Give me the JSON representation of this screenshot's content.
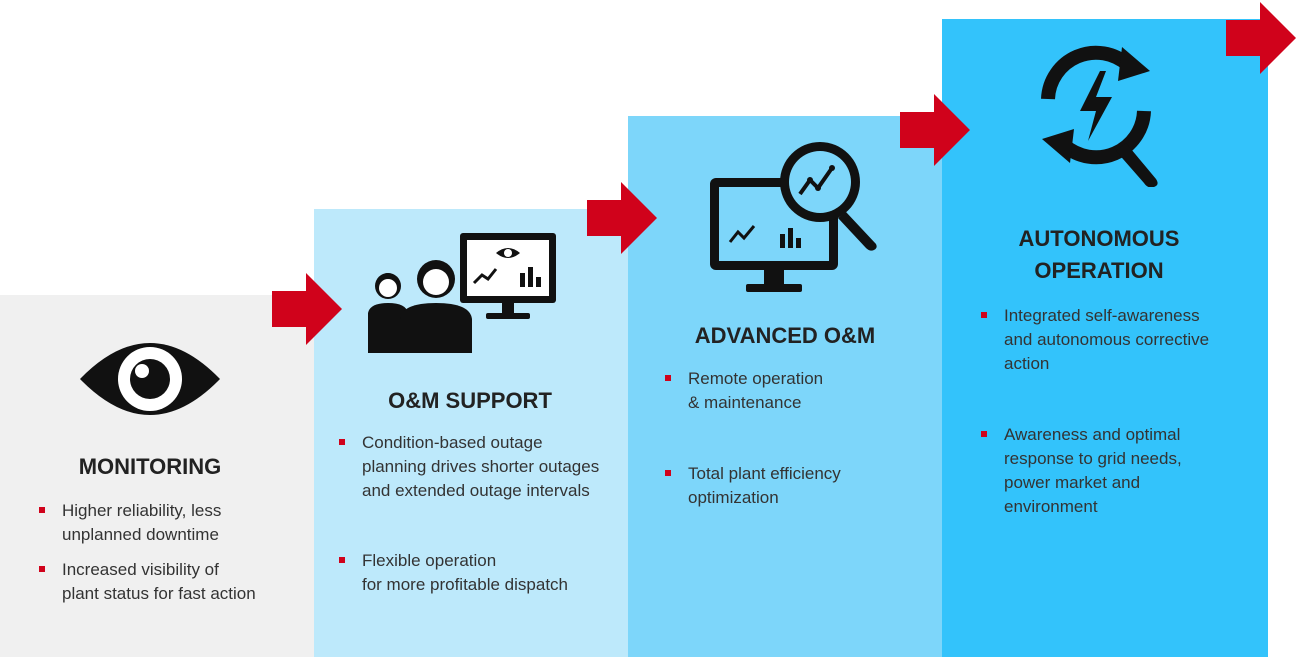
{
  "steps": [
    {
      "title": "MONITORING",
      "color": "#f0f0f0",
      "icon": "eye-icon",
      "bullets": [
        [
          "Higher reliability, less",
          "unplanned downtime"
        ],
        [
          "Increased visibility of",
          "plant status for fast action"
        ]
      ]
    },
    {
      "title": "O&M SUPPORT",
      "color": "#bde9fb",
      "icon": "people-monitor-icon",
      "bullets": [
        [
          "Condition-based outage",
          "planning drives shorter outages",
          "and extended outage intervals"
        ],
        [
          "Flexible operation",
          "for more profitable dispatch"
        ]
      ]
    },
    {
      "title": "ADVANCED O&M",
      "color": "#7dd6fa",
      "icon": "monitor-magnifier-icon",
      "bullets": [
        [
          "Remote operation",
          "& maintenance"
        ],
        [
          "Total plant efficiency",
          "optimization"
        ]
      ]
    },
    {
      "title_lines": [
        "AUTONOMOUS",
        "OPERATION"
      ],
      "color": "#33c3fb",
      "icon": "autonomous-lightning-magnifier-icon",
      "bullets": [
        [
          "Integrated self-awareness",
          "and autonomous corrective",
          "action"
        ],
        [
          "Awareness and optimal",
          "response to grid needs,",
          "power market and",
          "environment"
        ]
      ]
    }
  ],
  "arrow_color": "#d0021b",
  "arrow_icon": "right-arrow-icon",
  "bullet_color": "#d0021b"
}
